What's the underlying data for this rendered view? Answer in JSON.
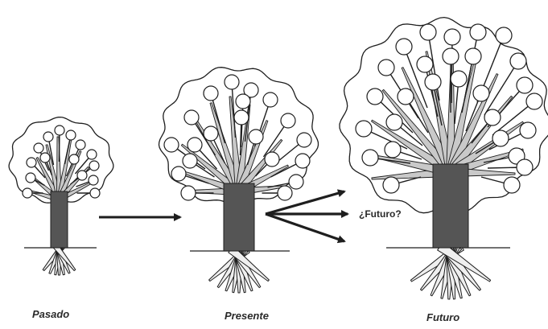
{
  "labels": {
    "past": "Pasado",
    "present": "Presente",
    "future": "Futuro",
    "future_question": "¿Futuro?"
  },
  "colors": {
    "ink": "#1e1e1e",
    "trunk": "#555555",
    "branch_fill": "#c9c9c9",
    "root_fill": "#efefef",
    "node_fill": "#ffffff",
    "background": "#ffffff"
  }
}
